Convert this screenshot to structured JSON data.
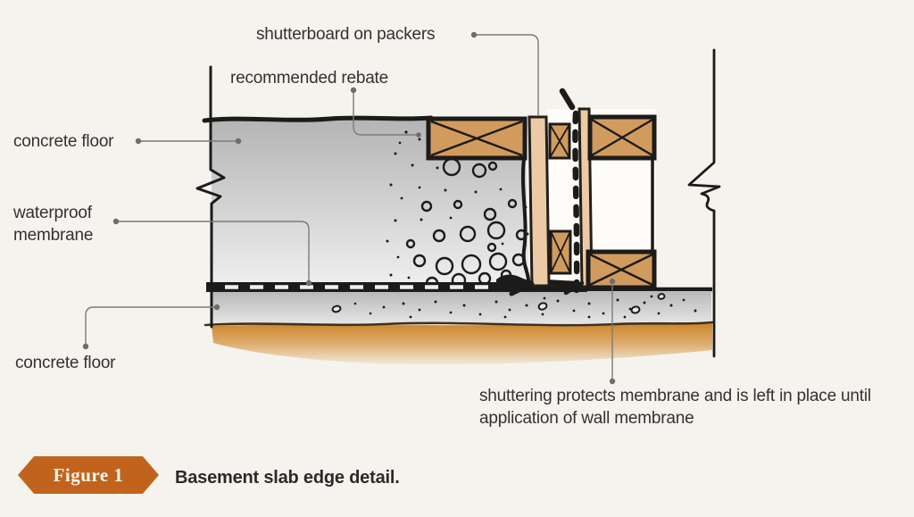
{
  "figure": {
    "badge_label": "Figure 1",
    "caption": "Basement slab edge detail."
  },
  "labels": {
    "shutterboard": "shutterboard on packers",
    "recommended_rebate": "recommended rebate",
    "concrete_floor_upper": "concrete floor",
    "waterproof_membrane": "waterproof membrane",
    "concrete_floor_lower": "concrete floor",
    "shuttering_note": "shuttering protects membrane and is left in place until application of wall membrane"
  },
  "colors": {
    "background": "#f5f3ee",
    "badge": "#c2631d",
    "badge_text": "#f8f5ef",
    "label_text": "#333231",
    "caption_text": "#2b2a28",
    "timber": "#d29b5e",
    "board": "#eccaa5",
    "concrete_top": "#b3b3b3",
    "concrete_bottom": "#eeeeee",
    "blinding_top": "#b9b9b9",
    "blinding_bottom": "#e6e6e6",
    "soil": "#cd8326",
    "ink": "#1c1b19",
    "leader": "#7b7a76"
  }
}
